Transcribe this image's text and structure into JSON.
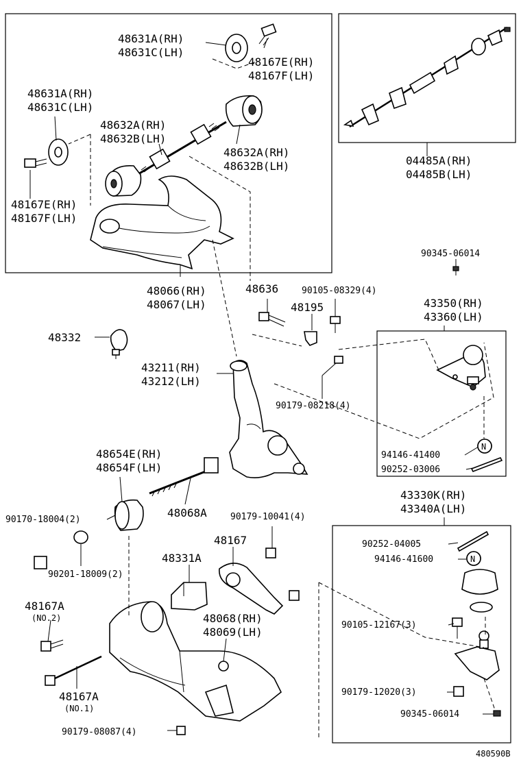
{
  "figure_code": "480590B",
  "labels": {
    "l01": "48631A(RH)",
    "l02": "48631C(LH)",
    "l03": "48167E(RH)",
    "l04": "48167F(LH)",
    "l05": "48631A(RH)",
    "l06": "48631C(LH)",
    "l07": "48632A(RH)",
    "l08": "48632B(LH)",
    "l09": "48632A(RH)",
    "l10": "48632B(LH)",
    "l11": "48167E(RH)",
    "l12": "48167F(LH)",
    "l13": "04485A(RH)",
    "l14": "04485B(LH)",
    "l15": "48066(RH)",
    "l16": "48067(LH)",
    "l17": "48636",
    "l18": "90105-08329(4)",
    "l19": "48195",
    "l20": "90345-06014",
    "l21": "43350(RH)",
    "l22": "43360(LH)",
    "l23": "48332",
    "l24": "43211(RH)",
    "l25": "43212(LH)",
    "l26": "90179-08218(4)",
    "l27": "94146-41400",
    "l28": "90252-03006",
    "l29": "48654E(RH)",
    "l30": "48654F(LH)",
    "l31": "48068A",
    "l32": "90170-18004(2)",
    "l33": "90179-10041(4)",
    "l34": "43330K(RH)",
    "l35": "43340A(LH)",
    "l36": "48167",
    "l37": "48331A",
    "l38": "90201-18009(2)",
    "l39": "90252-04005",
    "l40": "94146-41600",
    "l41": "48167A",
    "l42": "(NO.2)",
    "l43": "48068(RH)",
    "l44": "48069(LH)",
    "l45": "90105-12167(3)",
    "l46": "48167A",
    "l47": "(NO.1)",
    "l48": "90179-12020(3)",
    "l49": "90345-06014",
    "l50": "90179-08087(4)"
  },
  "markers": {
    "n1": "N",
    "n2": "N"
  }
}
